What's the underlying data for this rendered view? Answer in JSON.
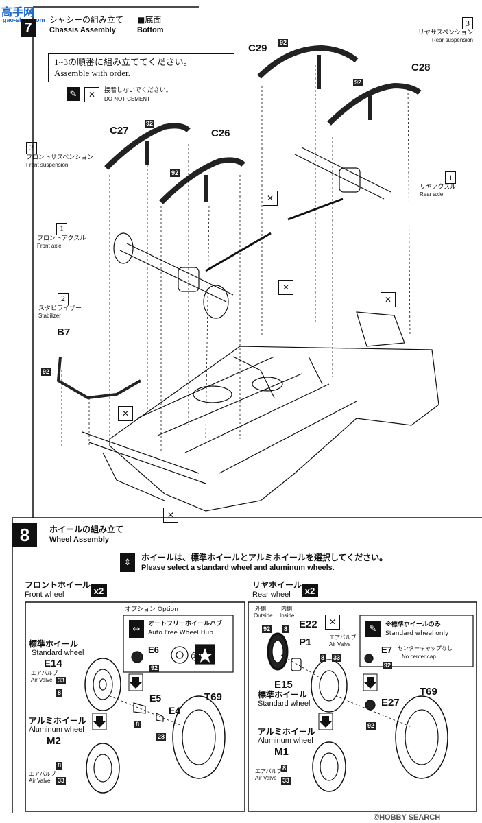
{
  "watermark_top": "高手网",
  "watermark_top_url": "gao-shou.com",
  "step7": {
    "number": "7",
    "title_jp": "シャシーの組み立て",
    "title_en": "Chassis Assembly",
    "view_jp": "■底面",
    "view_en": "Bottom",
    "order_jp": "1~3の順番に組み立ててください。",
    "order_en": "Assemble with order.",
    "nocement_jp": "接着しないでください。",
    "nocement_en": "DO NOT CEMENT",
    "parts": {
      "c29": "C29",
      "c28": "C28",
      "c27": "C27",
      "c26": "C26",
      "b7": "B7"
    },
    "color_code": "92",
    "rear_suspension": {
      "num": "3",
      "jp": "リヤサスペンション",
      "en": "Rear suspension"
    },
    "front_suspension": {
      "num": "3",
      "jp": "フロントサスペンション",
      "en": "Front suspension"
    },
    "rear_axle": {
      "num": "1",
      "jp": "リヤアクスル",
      "en": "Rear axle"
    },
    "front_axle": {
      "num": "1",
      "jp": "フロントアクスル",
      "en": "Front axle"
    },
    "stabilizer": {
      "num": "2",
      "jp": "スタビライザー",
      "en": "Stabilizer"
    }
  },
  "step8": {
    "number": "8",
    "title_jp": "ホイールの組み立て",
    "title_en": "Wheel Assembly",
    "select_jp": "ホイールは、標準ホイールとアルミホイールを選択してください。",
    "select_en": "Please select a standard wheel and aluminum wheels.",
    "front": {
      "title_jp": "フロントホイール",
      "title_en": "Front wheel",
      "qty": "x2",
      "option_label": "オプション Option",
      "hub_jp": "オートフリーホイールハブ",
      "hub_en": "Auto Free Wheel Hub",
      "e6": "E6",
      "c92": "92",
      "c18": "18",
      "std_jp": "標準ホイール",
      "std_en": "Standard wheel",
      "e14": "E14",
      "airvalve_jp": "エアバルブ",
      "airvalve_en": "Air Valve",
      "c33": "33",
      "c8": "8",
      "e5": "E5",
      "e4": "E4",
      "c28": "28",
      "t69": "T69",
      "alu_jp": "アルミホイール",
      "alu_en": "Aluminum wheel",
      "m2": "M2",
      "c8b": "8",
      "c33b": "33"
    },
    "rear": {
      "title_jp": "リヤホイール",
      "title_en": "Rear wheel",
      "qty": "x2",
      "outside_jp": "外側",
      "outside_en": "Outside",
      "inside_jp": "内側",
      "inside_en": "Inside",
      "e22": "E22",
      "c92": "92",
      "c8": "8",
      "p1": "P1",
      "airvalve_jp": "エアバルブ",
      "airvalve_en": "Air Valve",
      "c33": "33",
      "std_only_jp": "※標準ホイールのみ",
      "std_only_en": "Standard wheel only",
      "e7": "E7",
      "nocap_jp": "センターキャップなし",
      "nocap_en": "No center cap",
      "e15": "E15",
      "std_jp": "標準ホイール",
      "std_en": "Standard wheel",
      "e27": "E27",
      "t69": "T69",
      "alu_jp": "アルミホイール",
      "alu_en": "Aluminum wheel",
      "m1": "M1",
      "c8b": "8",
      "c33b": "33"
    }
  },
  "watermark_bottom": "©HOBBY SEARCH"
}
